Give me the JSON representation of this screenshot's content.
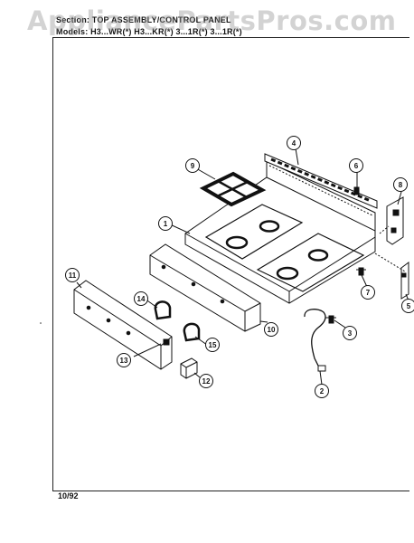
{
  "header": {
    "section_line": "Section: TOP ASSEMBLY/CONTROL PANEL",
    "models_line": "Models: H3...WR(*) H3...KR(*) 3...1R(*) 3...1R(*)"
  },
  "watermark": "AppliancePartsPros.com",
  "footer": {
    "date": "10/92"
  },
  "callouts": {
    "c1": "1",
    "c2": "2",
    "c3": "3",
    "c4": "4",
    "c5": "5",
    "c6": "6",
    "c7": "7",
    "c8": "8",
    "c9": "9",
    "c10": "10",
    "c11": "11",
    "c12": "12",
    "c13": "13",
    "c14": "14",
    "c15": "15"
  }
}
